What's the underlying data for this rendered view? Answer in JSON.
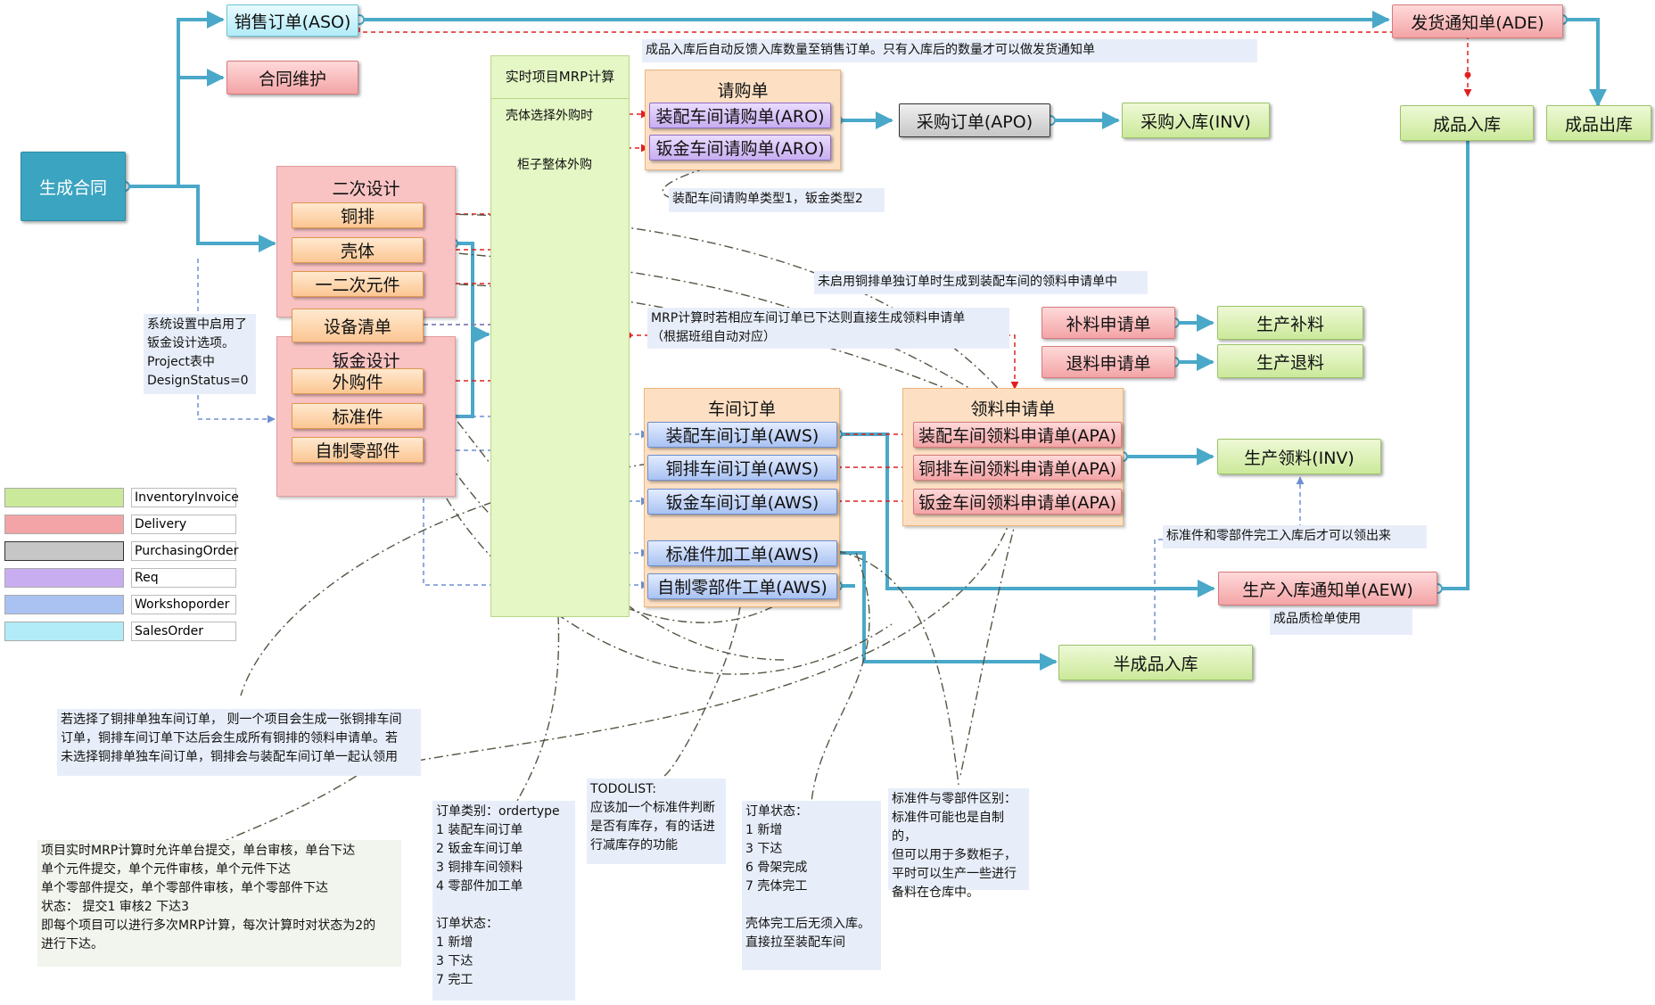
{
  "nodes": {
    "aso": "销售订单(ASO)",
    "contract_maint": "合同维护",
    "gen_contract": "生成合同",
    "ade": "发货通知单(ADE)",
    "product_in": "成品入库",
    "product_out": "成品出库",
    "aro_assembly": "装配车间请购单(ARO)",
    "aro_sheet": "钣金车间请购单(ARO)",
    "apo": "采购订单(APO)",
    "purchase_in": "采购入库(INV)",
    "copper": "铜排",
    "shell": "壳体",
    "secondary_part": "一二次元件",
    "equipment_list": "设备清单",
    "outsourced": "外购件",
    "standard": "标准件",
    "selfmade": "自制零部件",
    "supp_req": "补料申请单",
    "supp_prod": "生产补料",
    "return_req": "退料申请单",
    "return_prod": "生产退料",
    "aws_assembly": "装配车间订单(AWS)",
    "aws_copper": "铜排车间订单(AWS)",
    "aws_sheet": "钣金车间订单(AWS)",
    "aws_standard": "标准件加工单(AWS)",
    "aws_selfmade": "自制零部件工单(AWS)",
    "apa_assembly": "装配车间领料申请单(APA)",
    "apa_copper": "铜排车间领料申请单(APA)",
    "apa_sheet": "钣金车间领料申请单(APA)",
    "prod_pick": "生产领料(INV)",
    "aew": "生产入库通知单(AEW)",
    "semi_in": "半成品入库"
  },
  "groups": {
    "mrp": "实时项目MRP计算",
    "purchase_req": "请购单",
    "design2": "二次设计",
    "sheet_design": "钣金设计",
    "workshop": "车间订单",
    "pick_req": "领料申请单"
  },
  "notes": {
    "feedback": "成品入库后自动反馈入库数量至销售订单。只有入库后的数量才可以做发货通知单",
    "shell_outsourced": "壳体选择外购时",
    "cabinet_outsourced": "柜子整体外购",
    "req_types": "装配车间请购单类型1，钣金类型2",
    "copper_unused": "未启用铜排单独订单时生成到装配车间的领料申请单中",
    "mrp_issued": "MRP计算时若相应车间订单已下达则直接生成领料申请单\n（根据班组自动对应）",
    "sys_setting": "系统设置中启用了\n钣金设计选项。\nProject表中\nDesignStatus=0",
    "std_after_in": "标准件和零部件完工入库后才可以领出来",
    "qc_use": "成品质检单使用",
    "copper_separate": "若选择了铜排单独车间订单， 则一个项目会生成一张铜排车间\n订单，铜排车间订单下达后会生成所有铜排的领料申请单。若\n未选择铜排单独车间订单，铜排会与装配车间订单一起认领用",
    "order_type": "订单类别：ordertype\n1 装配车间订单\n2 钣金车间订单\n3 铜排车间领料\n4 零部件加工单\n\n订单状态：\n1 新增\n3 下达\n7  完工",
    "todolist": "TODOLIST:\n应该加一个标准件判断\n是否有库存，有的话进\n行减库存的功能",
    "order_status": "订单状态：\n1 新增\n3 下达\n6  骨架完成\n7  壳体完工\n\n壳体完工后无须入库。\n直接拉至装配车间",
    "std_vs_part": "标准件与零部件区别：\n标准件可能也是自制的，\n但可以用于多数柜子，\n平时可以生产一些进行\n备料在仓库中。",
    "mrp_submit": "项目实时MRP计算时允许单台提交，单台审核，单台下达\n单个元件提交，单个元件审核，单个元件下达\n单个零部件提交，单个零部件审核，单个零部件下达\n状态： 提交1    审核2    下达3\n即每个项目可以进行多次MRP计算，每次计算时对状态为2的\n进行下达。"
  },
  "legend": [
    {
      "label": "InventoryInvoice",
      "color": "#cbe99a"
    },
    {
      "label": "Delivery",
      "color": "#f3a4a6"
    },
    {
      "label": "PurchasingOrder",
      "color": "#c6c6c6"
    },
    {
      "label": "Req",
      "color": "#c8aef0"
    },
    {
      "label": "Workshoporder",
      "color": "#a9c2f2"
    },
    {
      "label": "SalesOrder",
      "color": "#b2ecf8"
    }
  ],
  "colors": {
    "flow_blue": "#4aa8c8",
    "dash_red": "#e02020",
    "dash_blue": "#6f8fd0",
    "dashdot_dark": "#555544"
  }
}
